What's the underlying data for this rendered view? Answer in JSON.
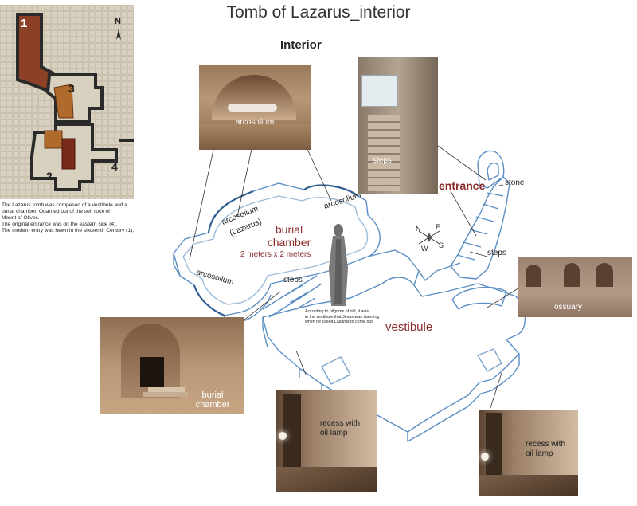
{
  "title": "Tomb of Lazarus_interior",
  "subtitle": "Interior",
  "map": {
    "markers": [
      "1",
      "2",
      "3",
      "4"
    ],
    "north": "N"
  },
  "caption": [
    "The Lazarus tomb was compesed  of a vestibule and a",
    "burial chamber. Quarried out of the soft rock of",
    "Mount of Olives.",
    "The original entrance was on the eastern side (4).",
    "The modern entry was hewn in the sixteenth Century (1)."
  ],
  "photos": {
    "arcosolium": "arcosolium",
    "steps": "steps",
    "ossuary": "ossuary",
    "burial_chamber": [
      "burial",
      "chamber"
    ],
    "recess_left": [
      "recess with",
      "oil lamp"
    ],
    "recess_right": [
      "recess with",
      "oil  lamp"
    ]
  },
  "diagram": {
    "entrance": "entrance",
    "stone": "stone",
    "steps_right": "steps",
    "steps_left": "steps",
    "burial_chamber": [
      "burial",
      "chamber"
    ],
    "dimensions": "2 meters x 2 meters",
    "vestibule": "vestibule",
    "arcosolium_top": "arcosolium",
    "arcosolium_left": "arcosolium",
    "arcosolium_lazarus": [
      "arcosolium",
      "(Lazarus)"
    ],
    "compass": [
      "N",
      "E",
      "W",
      "S"
    ]
  },
  "note": [
    "According to pilgrims of old, it was",
    "in the vestibule that Jesus was standing",
    "when he called Lazarus to come out."
  ],
  "colors": {
    "accent": "#8b2a2a",
    "outline": "#5b8ec2"
  }
}
